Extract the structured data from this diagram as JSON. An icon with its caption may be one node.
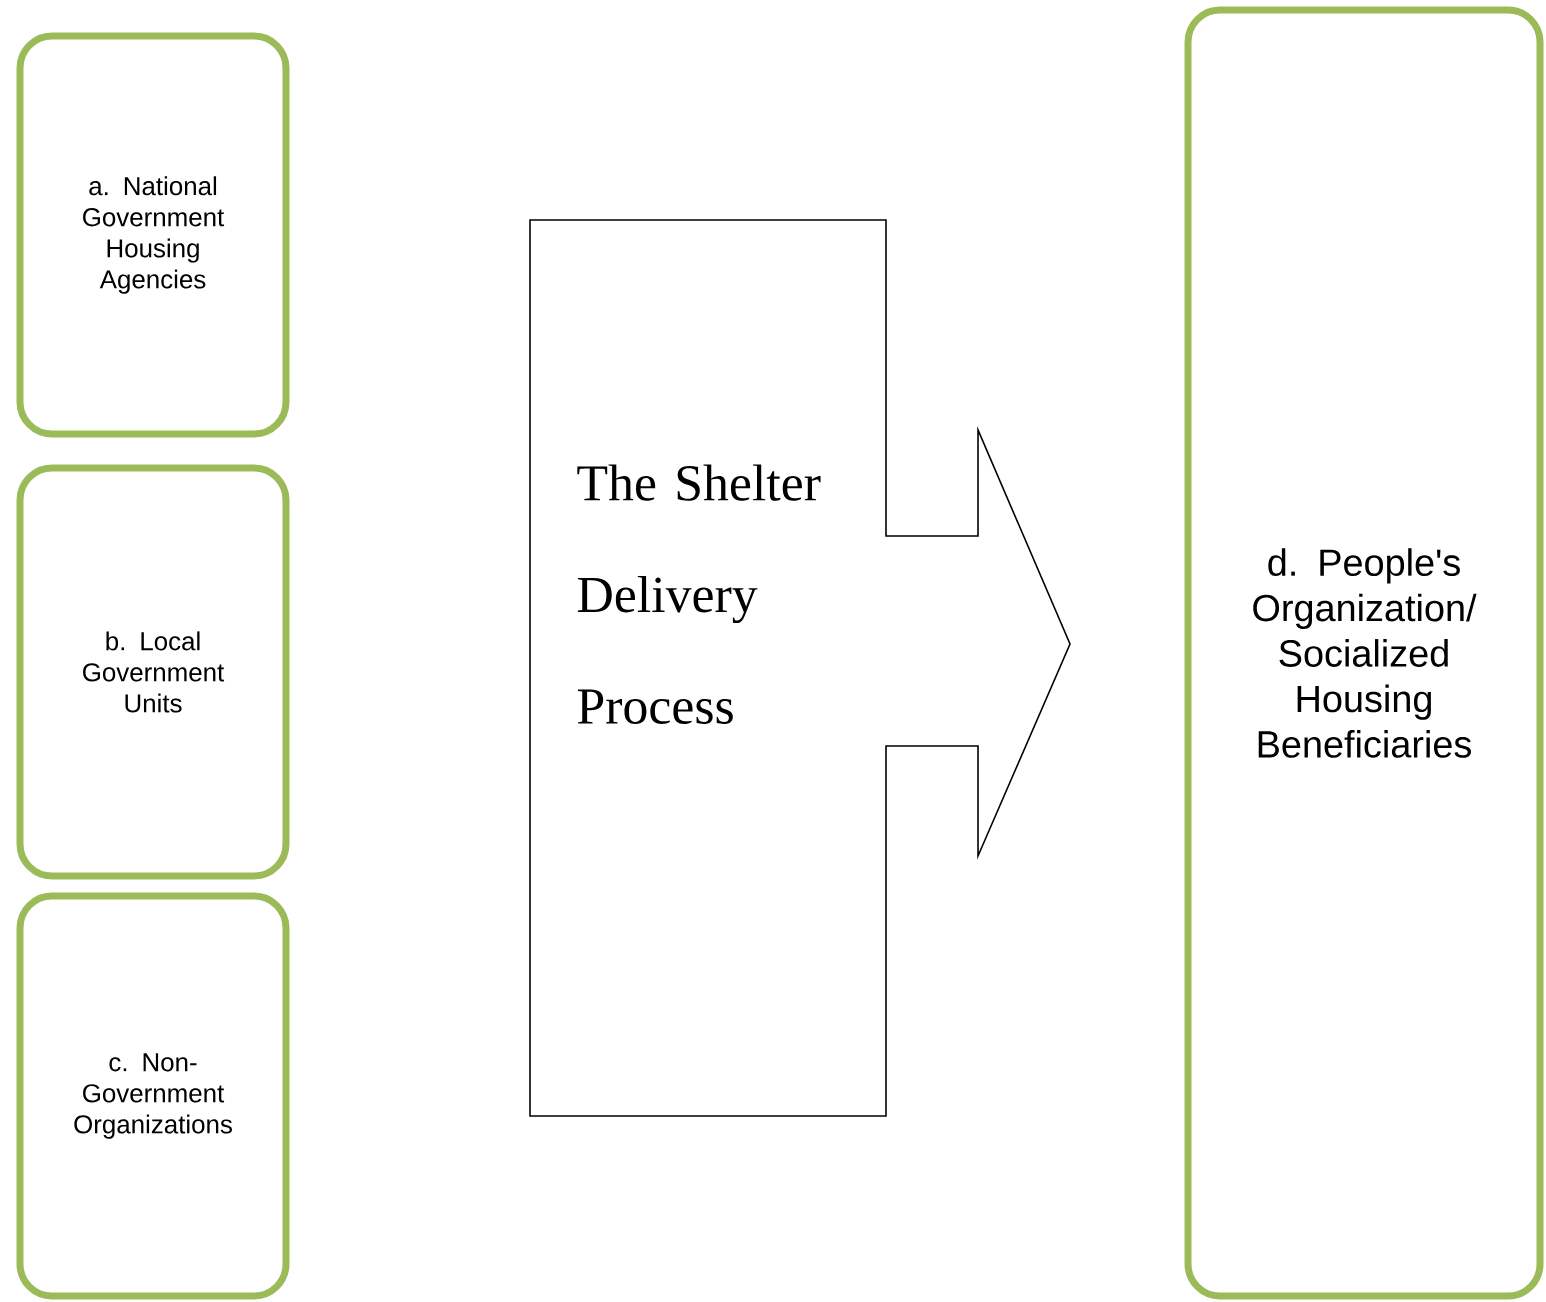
{
  "diagram": {
    "nodes": [
      {
        "text": [
          "a. National Government Housing Agencies"
        ]
      },
      {
        "text": [
          "b. Local Government Units"
        ]
      },
      {
        "text": [
          "c. Non-Government Organizations"
        ]
      },
      {
        "text": [
          "The Shelter Delivery Process"
        ]
      },
      {
        "text": [
          "d. People's Organization/ Socialized Housing Beneficiaries"
        ]
      }
    ]
  }
}
